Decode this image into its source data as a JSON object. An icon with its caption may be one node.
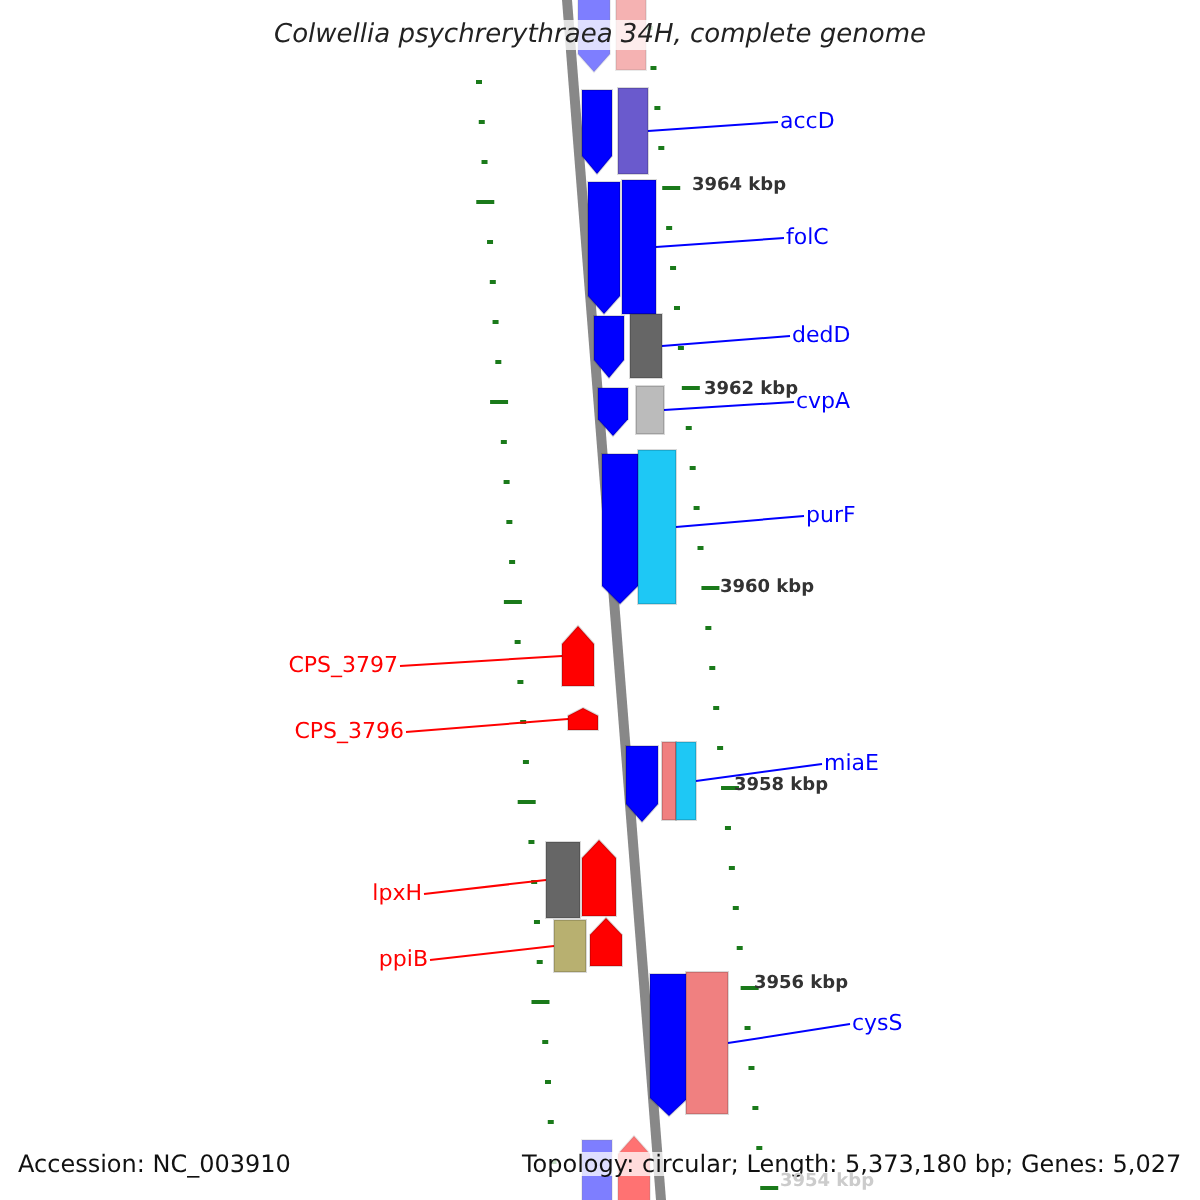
{
  "diagram": {
    "title": "Colwellia psychrerythraea 34H, complete genome",
    "nodes": [
      {
        "text": [
          "accD"
        ]
      },
      {
        "text": [
          "folC"
        ]
      },
      {
        "text": [
          "dedD"
        ]
      },
      {
        "text": [
          "cvpA"
        ]
      },
      {
        "text": [
          "purF"
        ]
      },
      {
        "text": [
          "miaE"
        ]
      },
      {
        "text": [
          "cysS"
        ]
      },
      {
        "text": [
          "CPS_3797"
        ]
      },
      {
        "text": [
          "CPS_3796"
        ]
      },
      {
        "text": [
          "lpxH"
        ]
      },
      {
        "text": [
          "ppiB"
        ]
      },
      {
        "text": [],
        "shape": "bar"
      },
      {
        "text": [],
        "shape": "bar"
      },
      {
        "text": [],
        "shape": "bar"
      },
      {
        "text": [],
        "shape": "bar"
      },
      {
        "text": [],
        "shape": "bar"
      },
      {
        "text": [],
        "shape": "bar"
      },
      {
        "text": [],
        "shape": "bar"
      },
      {
        "text": [],
        "shape": "bar"
      },
      {
        "text": [],
        "shape": "bar"
      },
      {
        "text": [],
        "shape": "bar"
      },
      {
        "text": [],
        "shape": "bar"
      }
    ],
    "edges": [
      {
        "from": 0,
        "to": 11,
        "arrow": "none"
      },
      {
        "from": 1,
        "to": 12,
        "arrow": "none"
      },
      {
        "from": 2,
        "to": 13,
        "arrow": "none"
      },
      {
        "from": 3,
        "to": 14,
        "arrow": "none"
      },
      {
        "from": 4,
        "to": 15,
        "arrow": "none"
      },
      {
        "from": 5,
        "to": 16,
        "arrow": "none"
      },
      {
        "from": 6,
        "to": 17,
        "arrow": "none"
      },
      {
        "from": 7,
        "to": 18,
        "arrow": "none",
        "color": "#ff0000"
      },
      {
        "from": 8,
        "to": 19,
        "arrow": "none",
        "color": "#ff0000"
      },
      {
        "from": 9,
        "to": 20,
        "arrow": "none",
        "color": "#ff0000"
      },
      {
        "from": 10,
        "to": 21,
        "arrow": "none",
        "color": "#ff0000"
      }
    ],
    "labels": [
      "3964 kbp",
      "3962 kbp",
      "3960 kbp",
      "3958 kbp",
      "3956 kbp",
      "Accession: NC_003910",
      "Topology: circular; Length: 5,373,180 bp; Genes: 5,027",
      "3954 kbp"
    ]
  }
}
